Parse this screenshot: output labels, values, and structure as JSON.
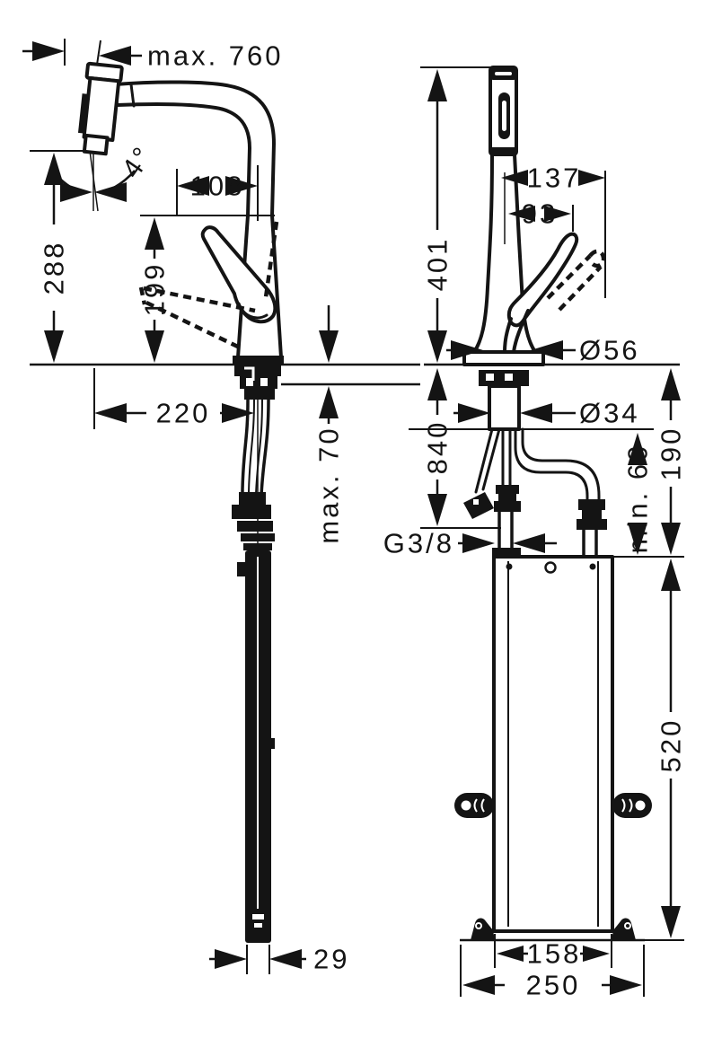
{
  "colors": {
    "line": "#141414",
    "background": "#ffffff"
  },
  "front_view": {
    "pullout_length": "max. 760",
    "swivel_angle": "4°",
    "handle_projection": "108",
    "outlet_height": "288",
    "handle_height": "199",
    "spout_reach": "220",
    "counter_thickness": "max. 70",
    "hose_width": "29"
  },
  "side_view": {
    "height_above_deck": "401",
    "handle_tilted_reach": "137",
    "handle_reach": "93",
    "base_diameter": "Ø56",
    "shank_diameter": "Ø34",
    "hose_length": "840",
    "min_clearance": "min. 60",
    "connection_height": "190",
    "thread_size": "G3/8",
    "box_height": "520",
    "box_mount_width": "158",
    "box_base_width": "250"
  }
}
